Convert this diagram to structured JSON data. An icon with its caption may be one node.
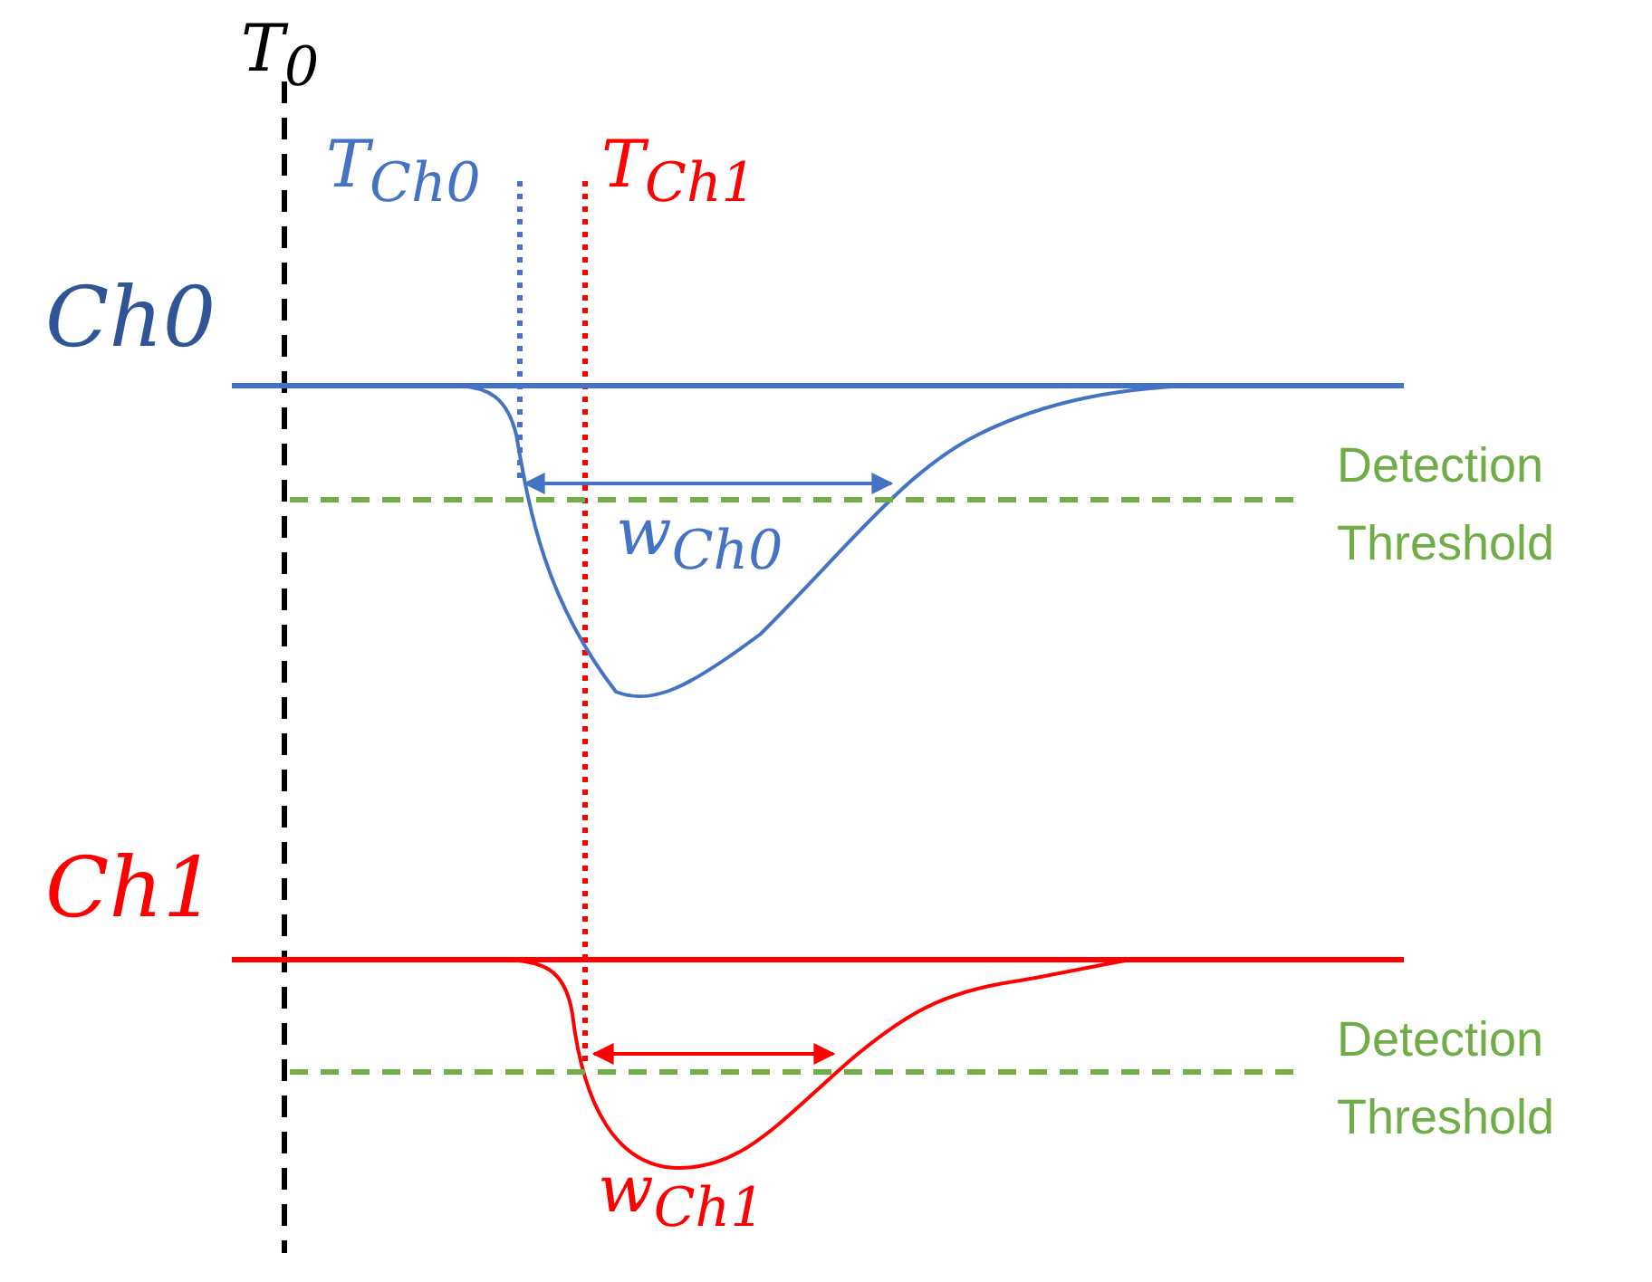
{
  "diagram": {
    "labels": [
      "T$_{0}$",
      "T$_{Ch0}$",
      "T$_{Ch1}$",
      "Ch0",
      "Detection Threshold",
      "w$_{Ch0}$",
      "Ch1",
      "Detection Threshold",
      "w$_{Ch1}$"
    ]
  }
}
